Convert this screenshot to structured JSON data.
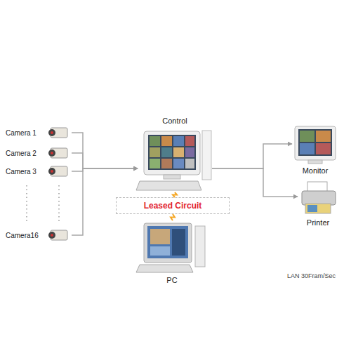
{
  "diagram": {
    "nodes": [
      {
        "text": [
          "Camera 1"
        ]
      },
      {
        "text": [
          "Camera 2"
        ]
      },
      {
        "text": [
          "Camera 3"
        ]
      },
      {
        "text": [
          "Camera16"
        ]
      },
      {
        "text": [
          "Control"
        ]
      },
      {
        "text": [
          "Leased Circuit"
        ]
      },
      {
        "text": [
          "PC"
        ]
      },
      {
        "text": [
          "Monitor"
        ]
      },
      {
        "text": [
          "Printer"
        ]
      }
    ],
    "edges": [
      {
        "from": 0,
        "to": 4,
        "arrow": "to"
      },
      {
        "from": 1,
        "to": 4,
        "arrow": "to"
      },
      {
        "from": 2,
        "to": 4,
        "arrow": "to"
      },
      {
        "from": 3,
        "to": 4,
        "arrow": "to"
      },
      {
        "from": 4,
        "to": 7,
        "arrow": "to"
      },
      {
        "from": 4,
        "to": 8,
        "arrow": "to"
      },
      {
        "from": 4,
        "to": 5,
        "arrow": "none"
      },
      {
        "from": 5,
        "to": 6,
        "arrow": "none"
      }
    ],
    "labels": [
      "LAN 30Fram/Sec"
    ]
  }
}
